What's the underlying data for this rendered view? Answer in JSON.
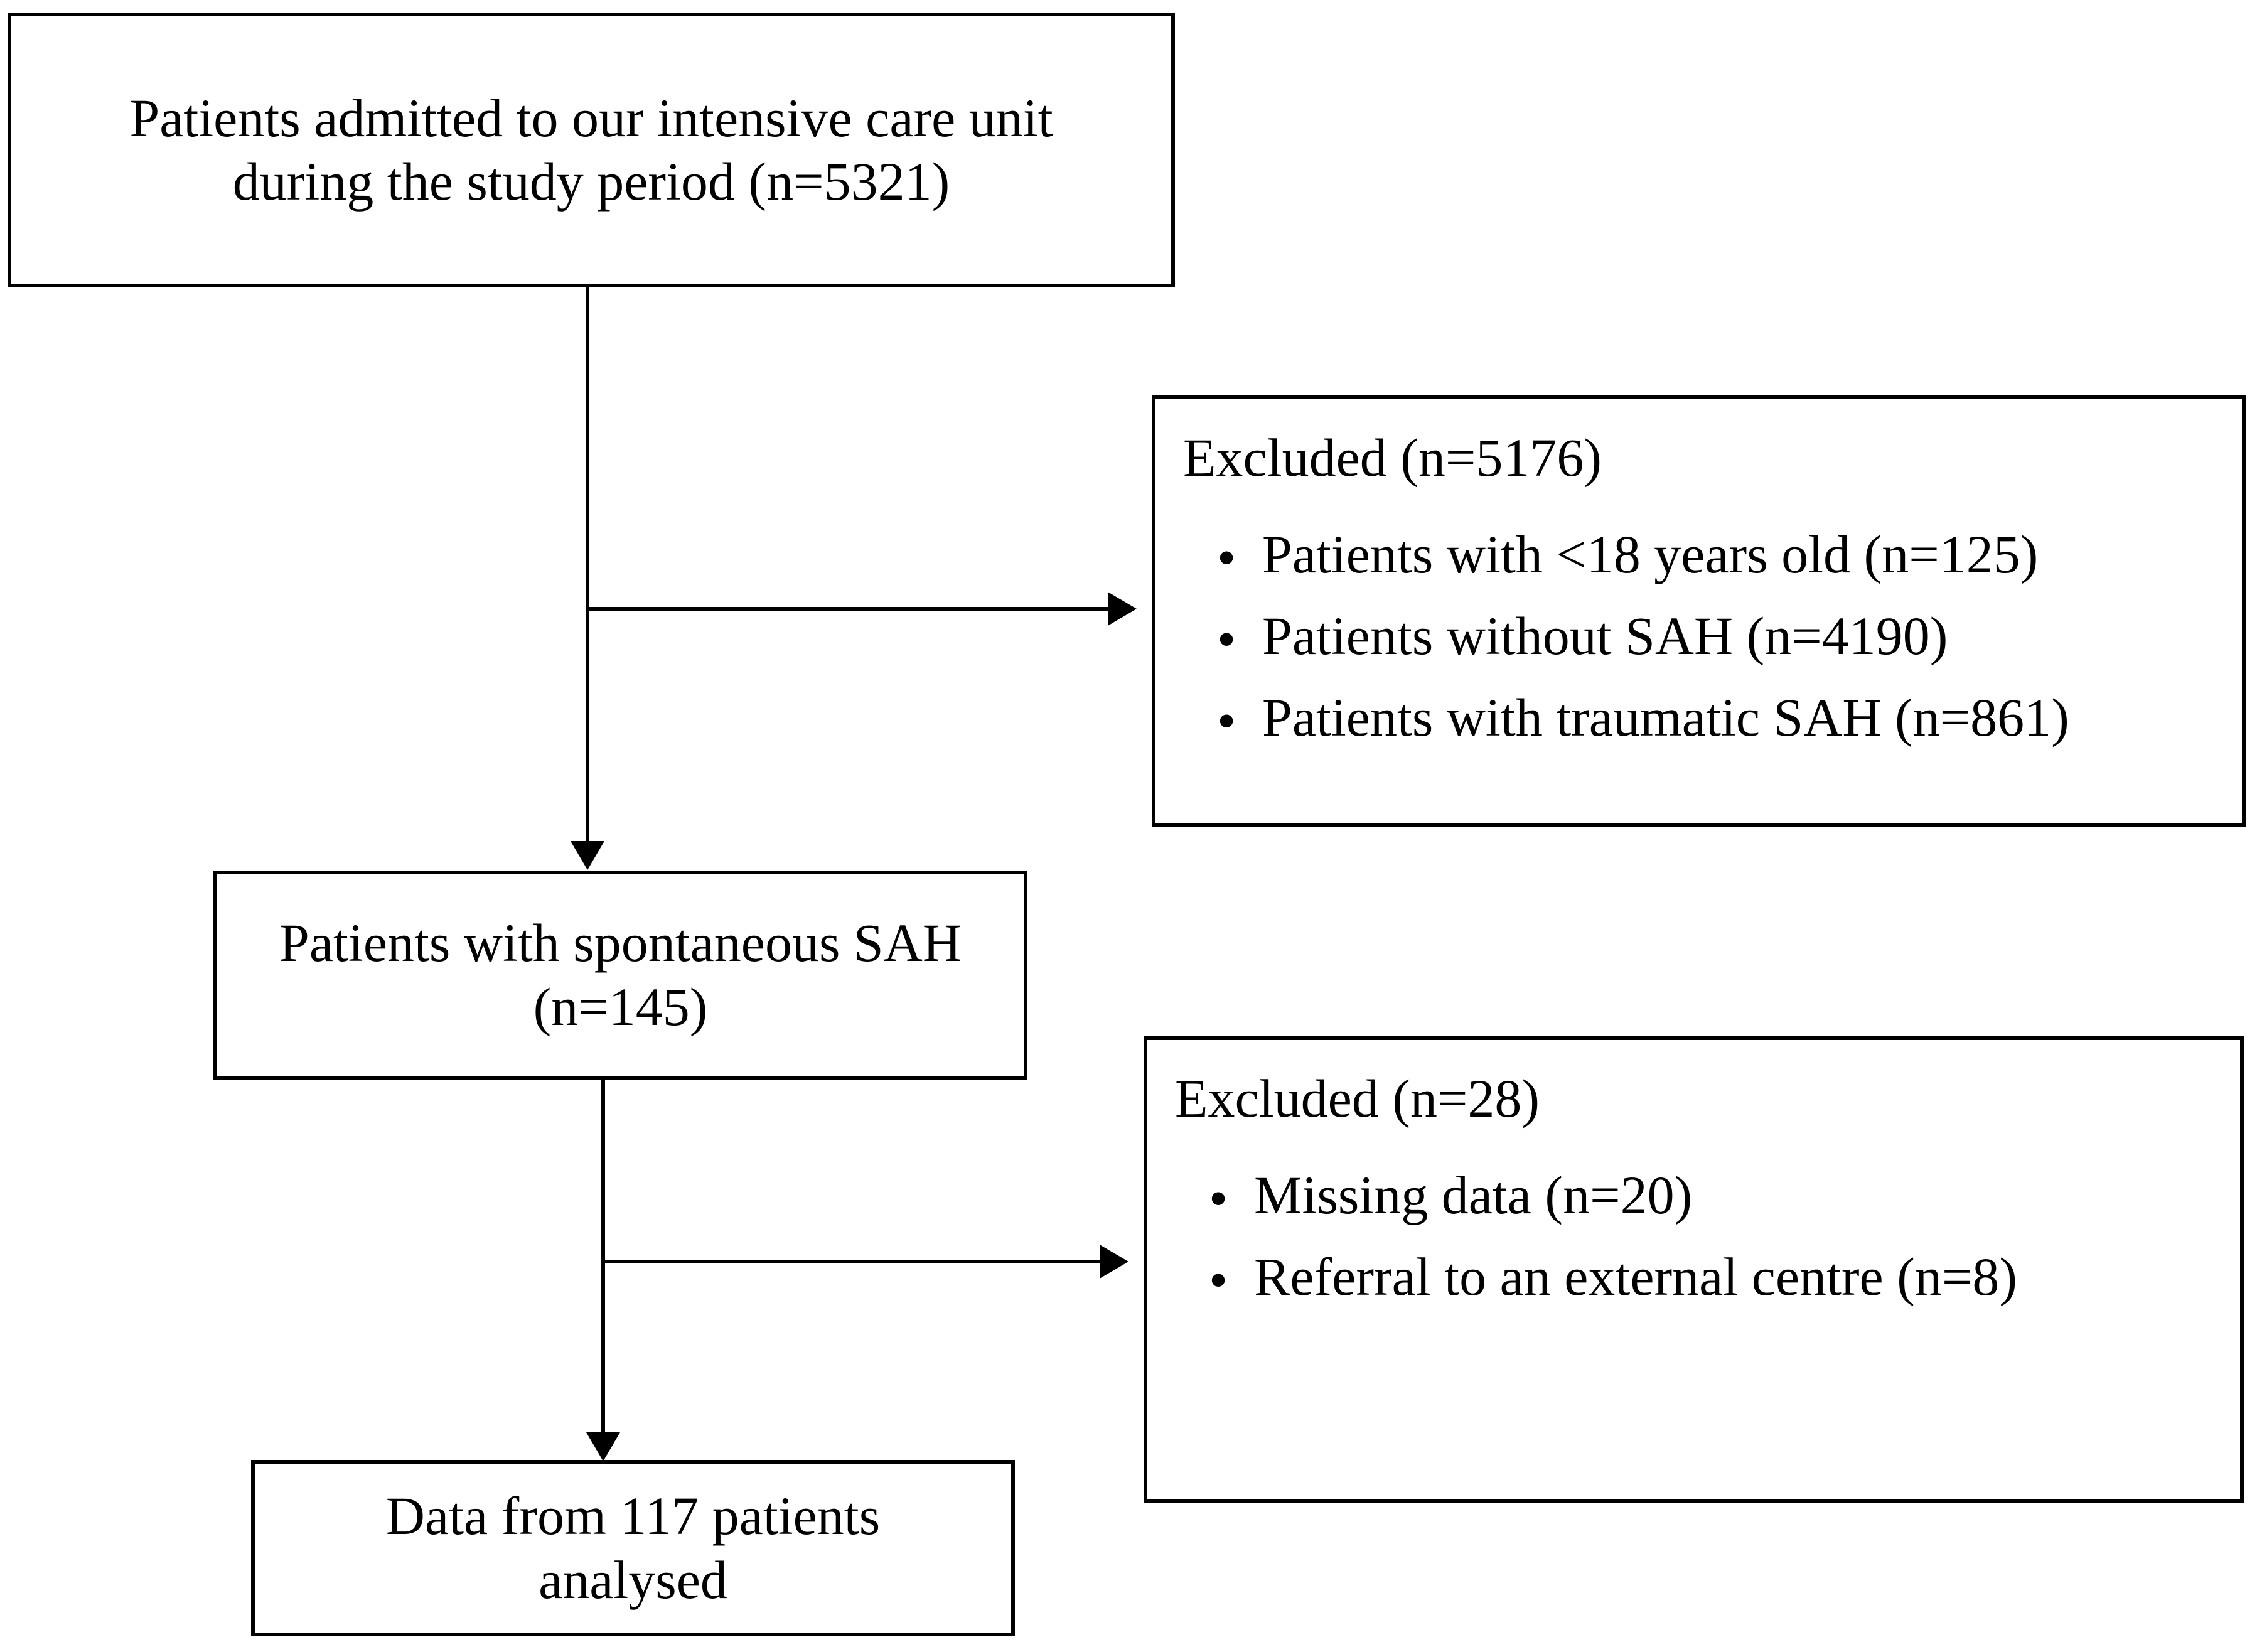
{
  "diagram": {
    "type": "patient-flow-chart",
    "boxes": {
      "admitted": {
        "line1": "Patients admitted to our intensive care unit",
        "line2": "during the study period (n=5321)"
      },
      "excluded_1": {
        "title": "Excluded (n=5176)",
        "items": [
          "Patients with <18 years old  (n=125)",
          "Patients without SAH (n=4190)",
          "Patients with traumatic SAH (n=861)"
        ]
      },
      "spontaneous": {
        "line1": "Patients with spontaneous SAH",
        "line2": "(n=145)"
      },
      "excluded_2": {
        "title": "Excluded (n=28)",
        "items": [
          "Missing data (n=20)",
          "Referral to an external centre (n=8)"
        ]
      },
      "analysed": {
        "line1": "Data from 117 patients",
        "line2": "analysed"
      }
    },
    "bullet_glyph": "•",
    "line_color": "#000000",
    "background_color": "#FFFFFF"
  }
}
